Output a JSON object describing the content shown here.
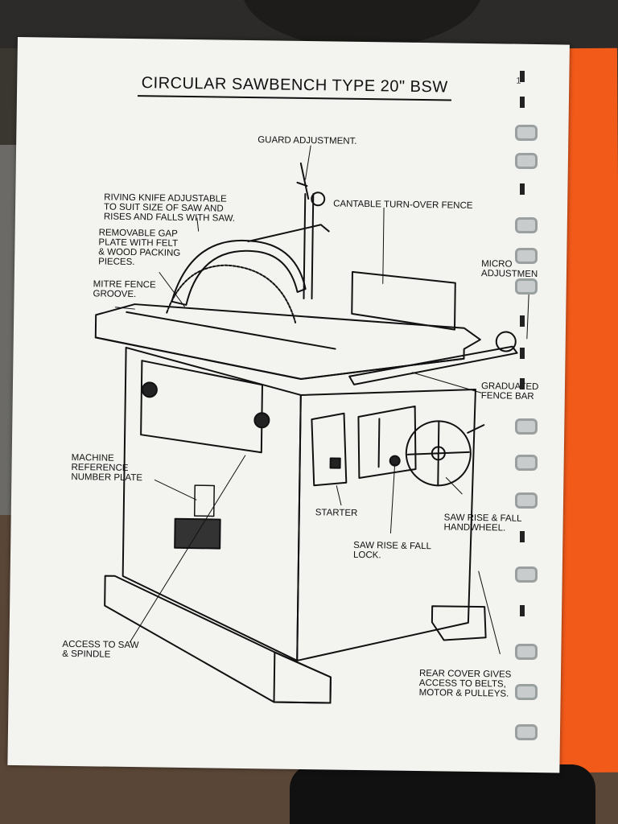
{
  "document": {
    "title": "CIRCULAR SAWBENCH TYPE 20\" BSW",
    "page_marker": "1"
  },
  "labels": {
    "guard_adjustment": "GUARD ADJUSTMENT.",
    "riving_knife": "RIVING KNIFE ADJUSTABLE\nTO SUIT SIZE OF SAW AND\nRISES AND FALLS WITH SAW.",
    "cantable_fence": "CANTABLE TURN-OVER FENCE",
    "removable_gap": "REMOVABLE GAP\nPLATE WITH FELT\n& WOOD PACKING\nPIECES.",
    "micro_adjustment": "MICRO\nADJUSTMEN",
    "mitre_fence": "MITRE FENCE\nGROOVE.",
    "graduated_fence_bar": "GRADUATED\nFENCE BAR",
    "machine_reference": "MACHINE\nREFERENCE\nNUMBER PLATE",
    "starter": "STARTER",
    "saw_rise_fall_handwheel": "SAW RISE & FALL\nHANDWHEEL.",
    "saw_rise_fall_lock": "SAW RISE & FALL\nLOCK.",
    "access_to_saw": "ACCESS TO SAW\n& SPINDLE",
    "rear_cover": "REAR COVER GIVES\nACCESS TO BELTS,\nMOTOR & PULLEYS."
  },
  "colors": {
    "paper": "#f3f3f0",
    "ink": "#111111",
    "binder_tab": "#f25a1a",
    "binding_ring": "#9aa0a0"
  },
  "icons": {
    "binding": "spiral-binding-rings"
  }
}
